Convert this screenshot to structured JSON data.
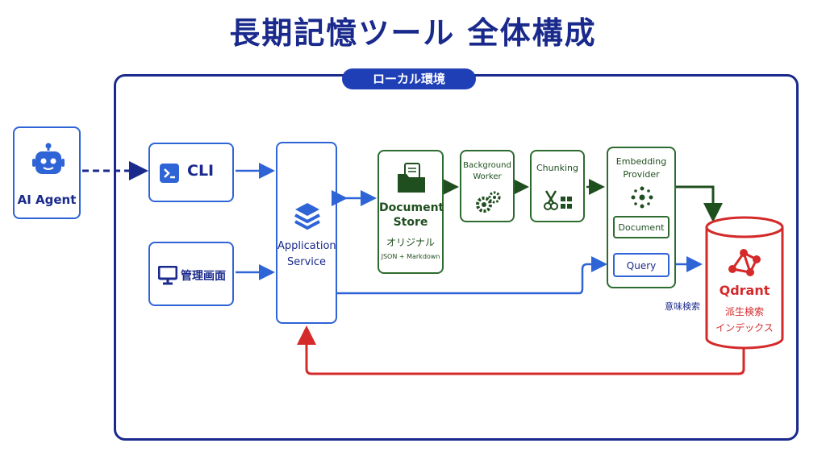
{
  "title": "長期記憶ツール 全体構成",
  "environment": {
    "label": "ローカル環境"
  },
  "nodes": {
    "ai_agent": {
      "label": "AI Agent",
      "icon": "robot-icon"
    },
    "cli": {
      "label": "CLI",
      "icon": "terminal-icon"
    },
    "admin": {
      "label": "管理画面",
      "icon": "monitor-icon"
    },
    "app_service": {
      "label_line1": "Application",
      "label_line2": "Service",
      "icon": "layers-icon"
    },
    "doc_store": {
      "label_line1": "Document",
      "label_line2": "Store",
      "sub1": "オリジナル",
      "sub2": "JSON + Markdown",
      "icon": "folder-document-icon"
    },
    "bg_worker": {
      "label_line1": "Background",
      "label_line2": "Worker",
      "icon": "gears-icon"
    },
    "chunking": {
      "label": "Chunking",
      "icon": "scissors-blocks-icon"
    },
    "embedding": {
      "label_line1": "Embedding",
      "label_line2": "Provider",
      "document": "Document",
      "query": "Query",
      "icon": "dots-network-icon"
    },
    "qdrant": {
      "label": "Qdrant",
      "sub1": "派生検索",
      "sub2": "インデックス",
      "icon": "graph-icon"
    }
  },
  "edge_labels": {
    "semantic_search": "意味検索"
  },
  "colors": {
    "navy": "#1a2a8c",
    "blue": "#2e64d6",
    "green": "#2e6b2e",
    "red": "#d42a2a"
  }
}
